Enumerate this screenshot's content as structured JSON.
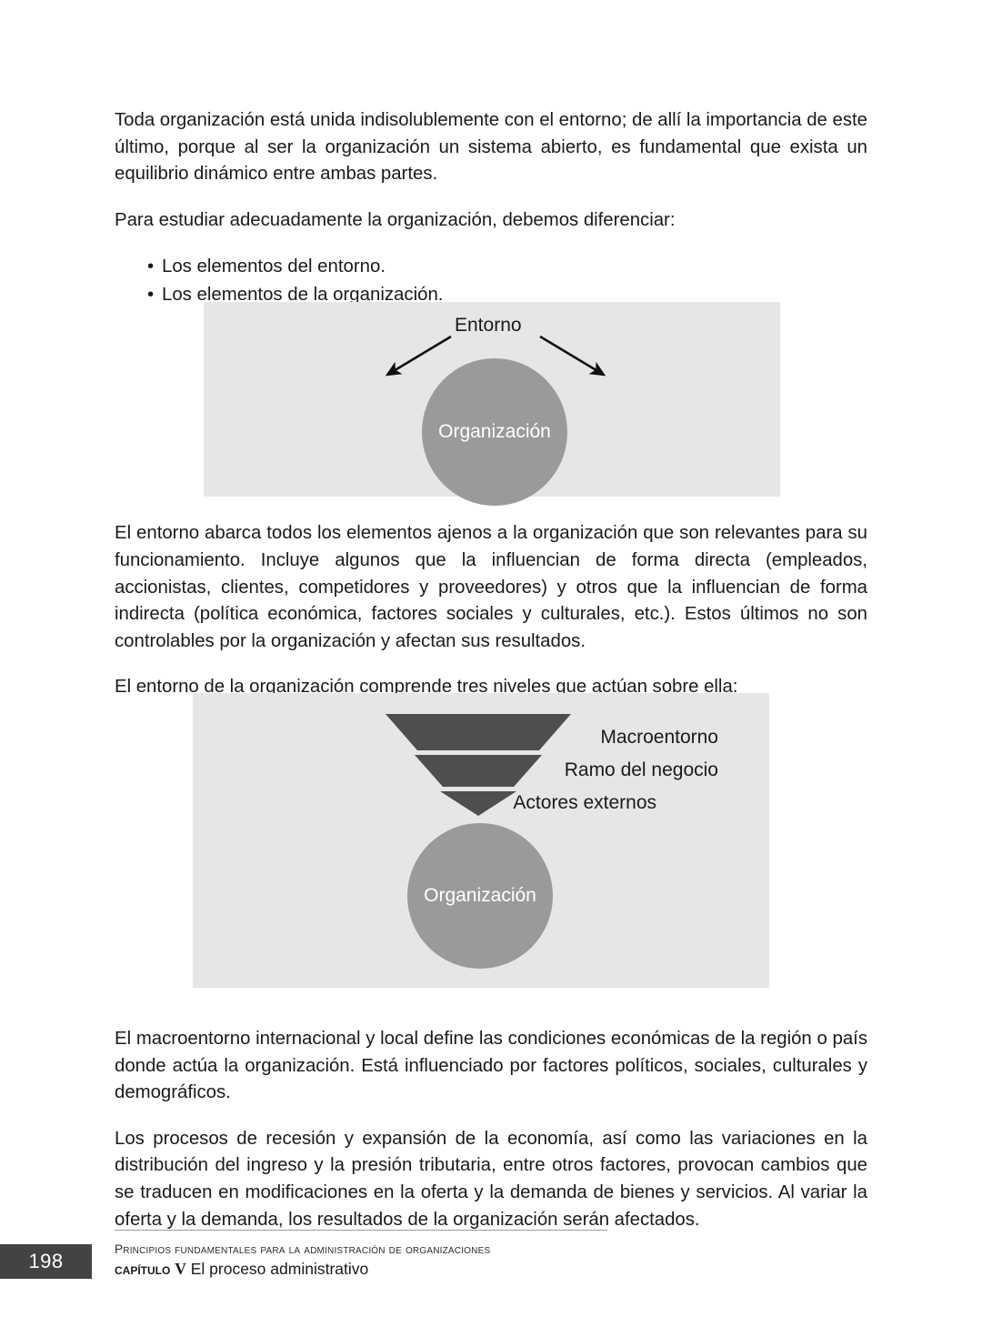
{
  "document": {
    "paragraphs": {
      "p1": "Toda organización está unida indisolublemente con el entorno; de allí la importancia de este último, porque al ser la organización un sistema abierto, es fundamental que exista un equilibrio dinámico entre ambas partes.",
      "p2": "Para estudiar adecuadamente la organización, debemos diferenciar:",
      "p3": "El entorno abarca todos los elementos ajenos a la organización que son relevantes para su funcionamiento. Incluye algunos que la influencian de forma directa (empleados, accionistas, clientes, competidores y proveedores) y otros que la influencian de forma indirecta (política económica, factores sociales y culturales, etc.). Estos últimos no son controlables por la organización y afectan sus resultados.",
      "p4": "El entorno de la organización comprende tres niveles que actúan sobre ella:",
      "p5": "El macroentorno internacional y local define las condiciones económicas de la región o país donde actúa la organización. Está influenciado por factores políticos, sociales, culturales y demográficos.",
      "p6": "Los procesos de recesión y expansión de la economía, así como las variaciones en la distribución del ingreso y la presión tributaria, entre otros factores, provocan cambios que se traducen en modificaciones en la oferta y la demanda de bienes y servicios. Al variar la oferta y la demanda, los resultados de la organización serán afectados."
    },
    "bullets": [
      "Los elementos del entorno.",
      "Los elementos de la organización."
    ]
  },
  "figure_one": {
    "entorno_label": "Entorno",
    "circle_label": "Organización",
    "background_color": "#e6e6e7",
    "circle_color": "#9a9a9a"
  },
  "figure_two": {
    "levels": [
      "Macroentorno",
      "Ramo del negocio",
      "Actores externos"
    ],
    "circle_label": "Organización",
    "background_color": "#e6e6e7",
    "circle_color": "#9a9a9a",
    "funnel_color": "#4e4e4e"
  },
  "footer": {
    "page_number": "198",
    "book_title": "Principios fundamentales para la administración de organizaciones",
    "chapter_label": "Capítulo",
    "chapter_number": "V",
    "chapter_title": "El proceso administrativo",
    "page_box_color": "#434343"
  }
}
